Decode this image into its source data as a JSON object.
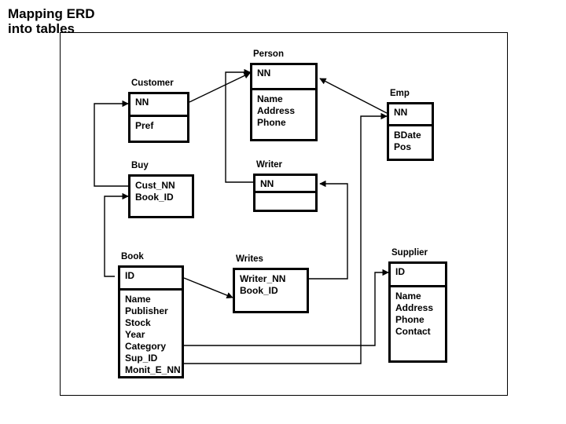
{
  "slide": {
    "title": "Mapping ERD\ninto tables",
    "colors": {
      "line": "#000000",
      "background": "#ffffff",
      "text": "#000000",
      "frame": "#000000"
    }
  },
  "entities": [
    {
      "id": "customer",
      "title": "Customer",
      "key_fields": [
        "NN"
      ],
      "attr_fields": [
        "Pref"
      ]
    },
    {
      "id": "person",
      "title": "Person",
      "key_fields": [
        "NN"
      ],
      "attr_fields": [
        "Name",
        "Address",
        "Phone"
      ]
    },
    {
      "id": "emp",
      "title": "Emp",
      "key_fields": [
        "NN"
      ],
      "attr_fields": [
        "BDate",
        "Pos"
      ]
    },
    {
      "id": "buy",
      "title": "Buy",
      "key_fields": [
        "Cust_NN",
        "Book_ID"
      ],
      "attr_fields": []
    },
    {
      "id": "writer",
      "title": "Writer",
      "key_fields": [
        "NN"
      ],
      "attr_fields": []
    },
    {
      "id": "book",
      "title": "Book",
      "key_fields": [
        "ID"
      ],
      "attr_fields": [
        "Name",
        "Publisher",
        "Stock",
        "Year",
        "Category",
        "Sup_ID",
        "Monit_E_NN"
      ]
    },
    {
      "id": "writes",
      "title": "Writes",
      "key_fields": [
        "Writer_NN",
        "Book_ID"
      ],
      "attr_fields": []
    },
    {
      "id": "supplier",
      "title": "Supplier",
      "key_fields": [
        "ID"
      ],
      "attr_fields": [
        "Name",
        "Address",
        "Phone",
        "Contact"
      ]
    }
  ]
}
